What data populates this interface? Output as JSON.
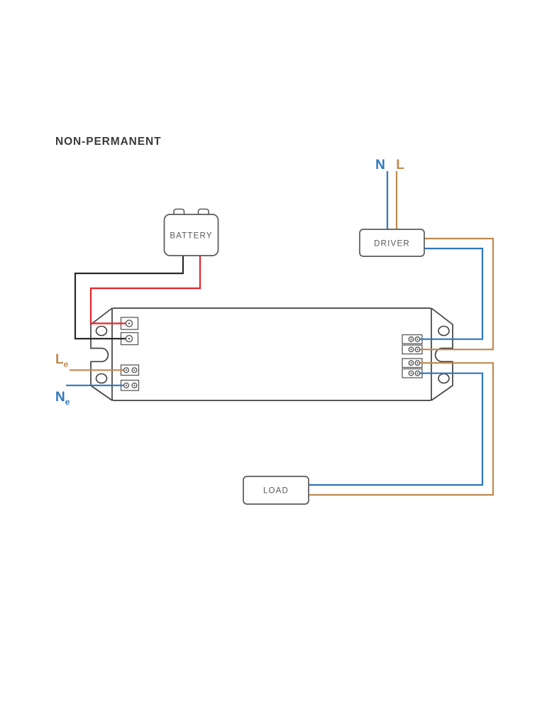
{
  "title": "NON-PERMANENT",
  "colors": {
    "live_brown": "#bf8a4c",
    "neutral_blue": "#2e75bb",
    "battery_positive_red": "#e8252b",
    "battery_negative_black": "#2b2a29",
    "outline_dark": "#414042",
    "component_gray": "#58595b",
    "title_text": "#3b3a39"
  },
  "components": {
    "battery": {
      "label": "BATTERY"
    },
    "driver": {
      "label": "DRIVER"
    },
    "load": {
      "label": "LOAD"
    }
  },
  "terminals": {
    "mains_neutral": "N",
    "mains_live": "L",
    "emergency_live_main": "L",
    "emergency_live_sub": "e",
    "emergency_neutral_main": "N",
    "emergency_neutral_sub": "e"
  }
}
